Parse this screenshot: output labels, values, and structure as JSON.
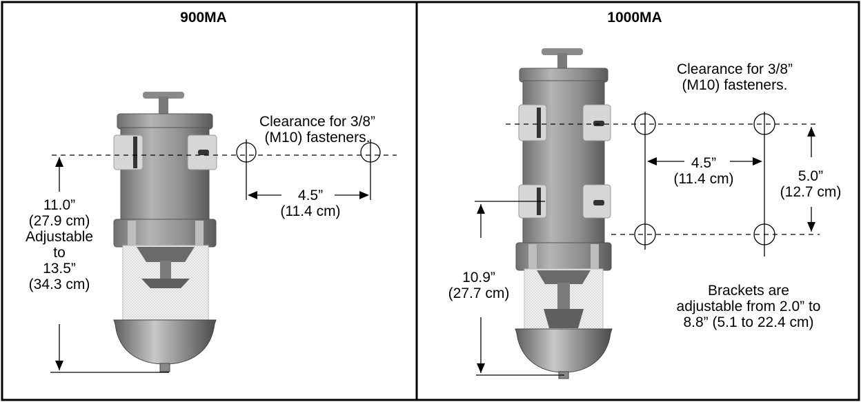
{
  "panels": [
    {
      "model": "900MA",
      "clearance": [
        "Clearance for 3/8”",
        "(M10) fasteners."
      ],
      "horizontal_spacing": [
        "4.5”",
        "(11.4 cm)"
      ],
      "height": [
        "11.0”",
        "(27.9 cm)",
        "Adjustable",
        "to",
        "13.5”",
        "(34.3 cm)"
      ]
    },
    {
      "model": "1000MA",
      "clearance": [
        "Clearance for 3/8”",
        "(M10) fasteners."
      ],
      "horizontal_spacing": [
        "4.5”",
        "(11.4 cm)"
      ],
      "vertical_spacing": [
        "5.0”",
        "(12.7 cm)"
      ],
      "height": [
        "10.9”",
        "(27.7 cm)"
      ],
      "bracket_note": [
        "Brackets are",
        "adjustable from 2.0” to",
        "8.8” (5.1 to 22.4 cm)"
      ]
    }
  ],
  "colors": {
    "line": "#000000",
    "housing": "#9a9a9a",
    "bracket": "#d6d6d6",
    "glass": "#eeeeee"
  }
}
